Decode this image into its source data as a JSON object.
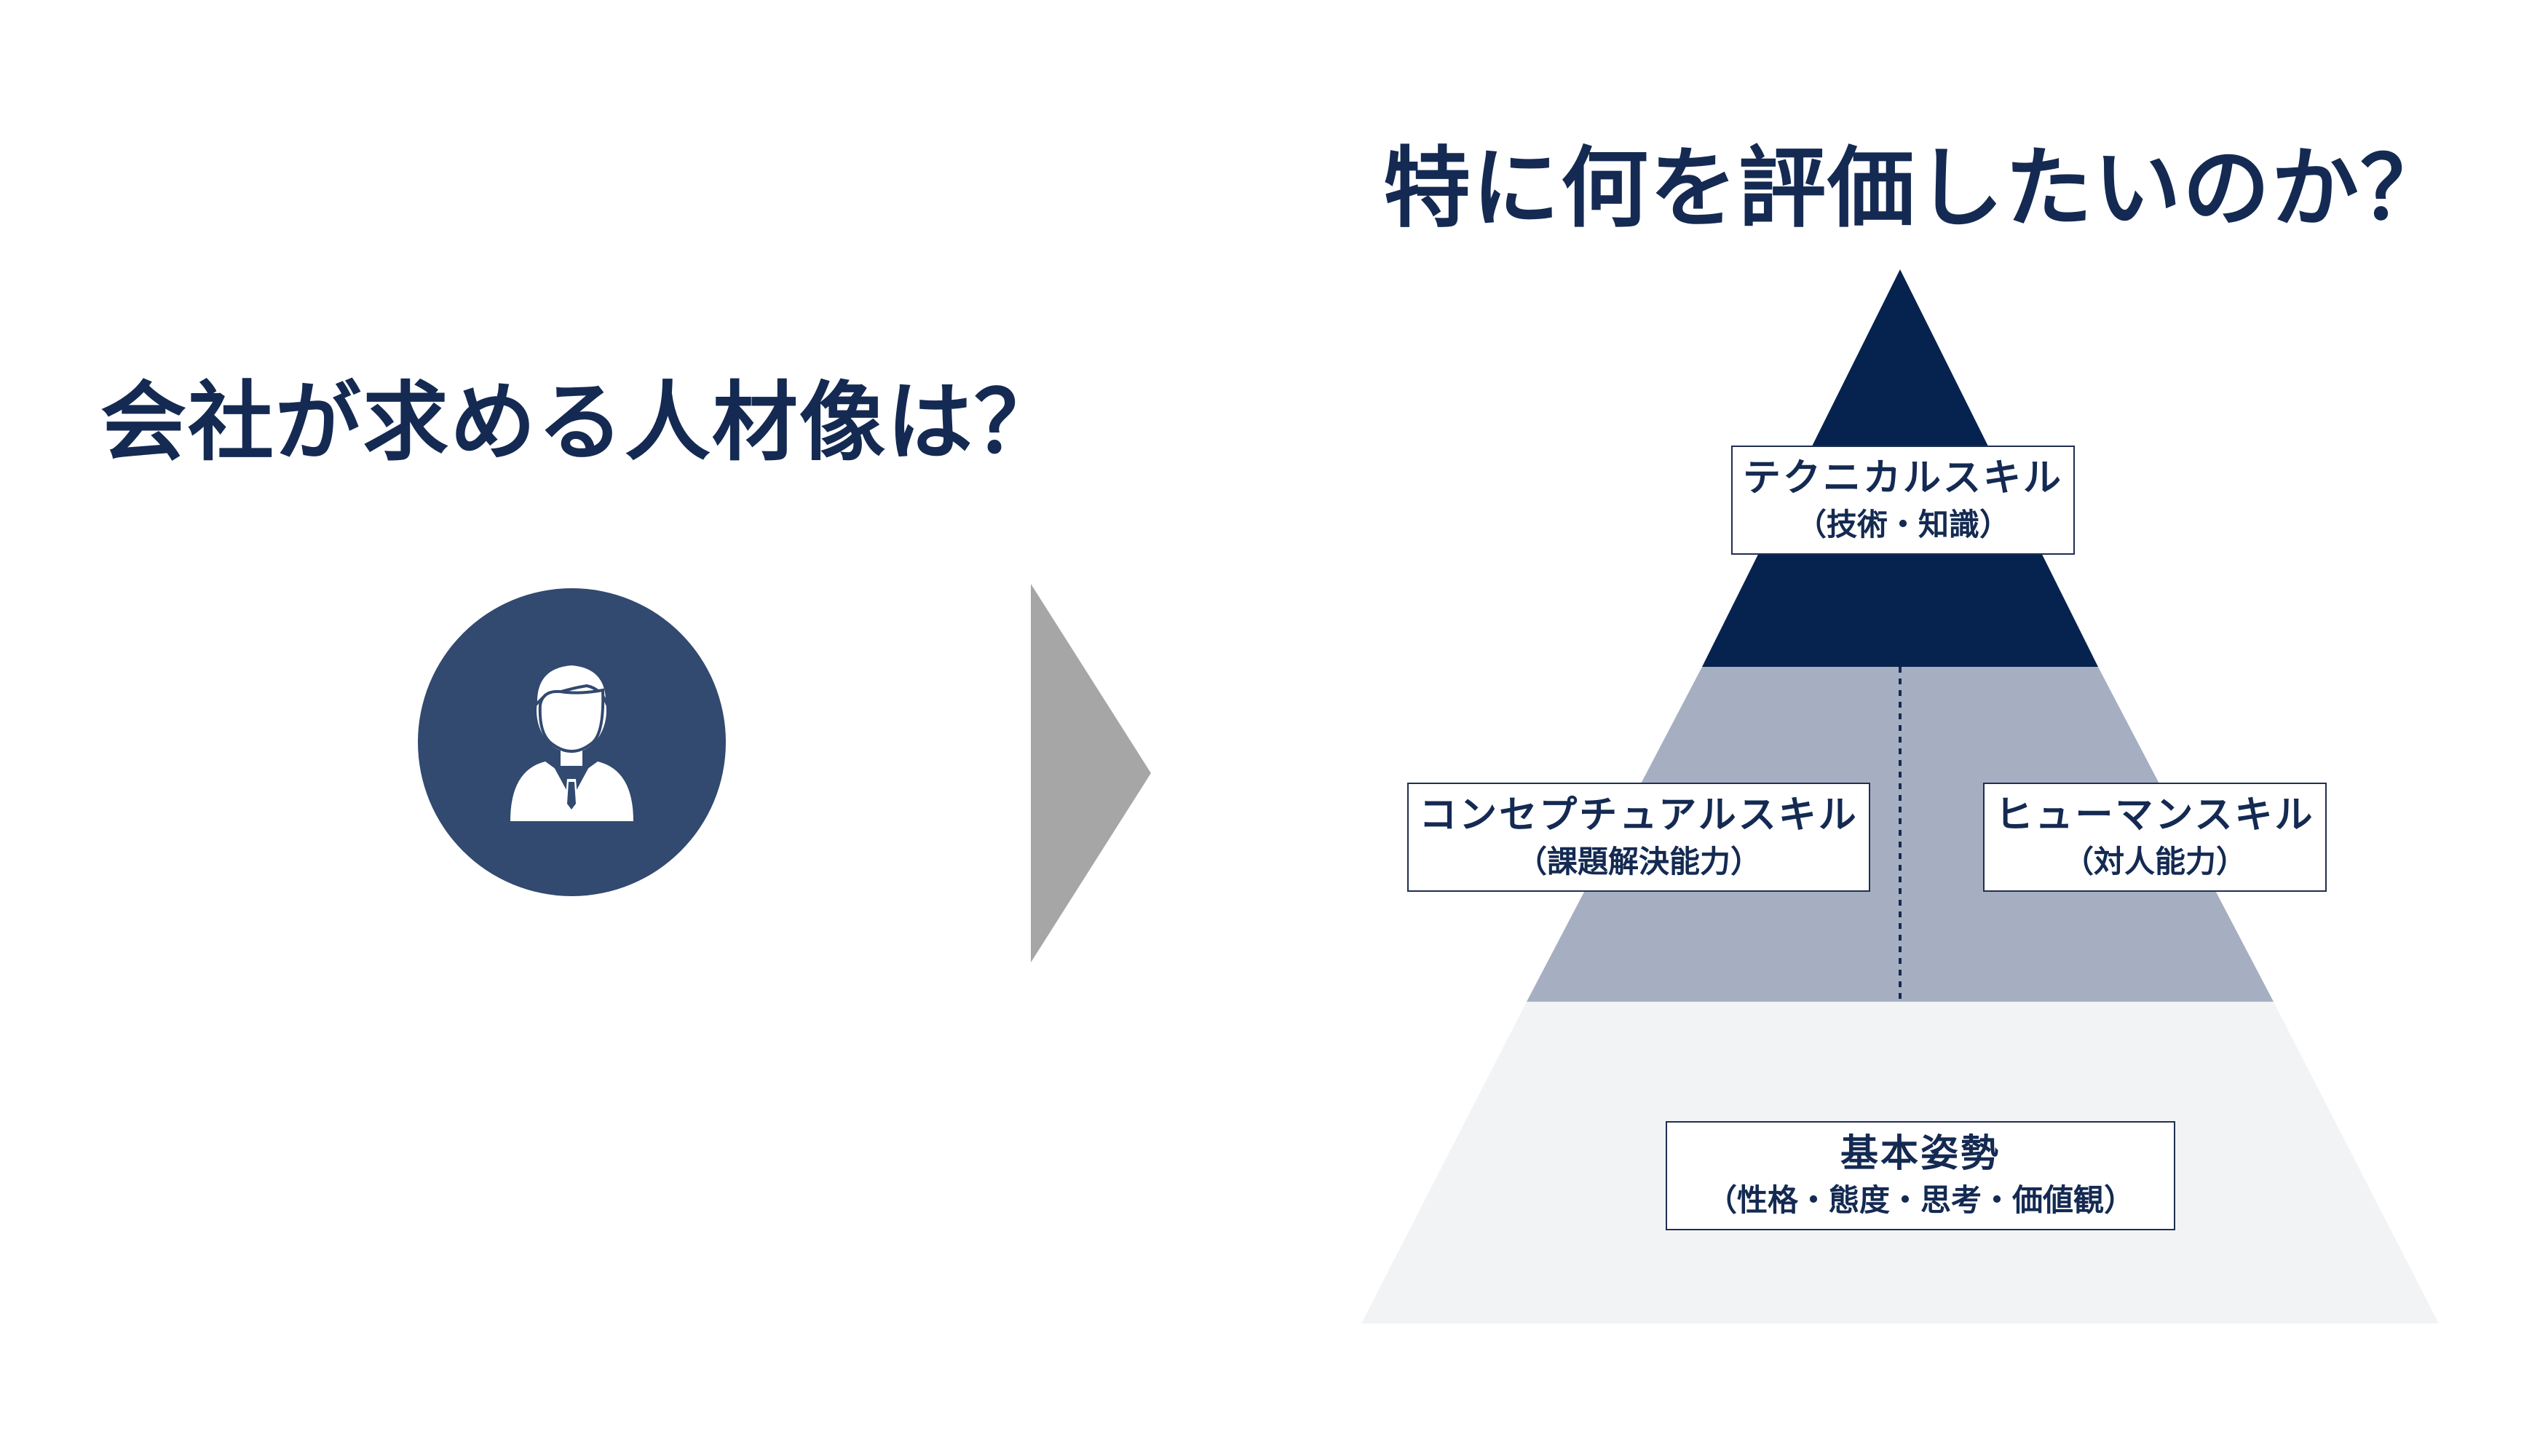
{
  "left": {
    "title": "会社が求める人材像は？",
    "icon": "businessman-icon"
  },
  "arrow": {
    "icon": "arrow-right-icon",
    "color": "#a6a6a6"
  },
  "right": {
    "title": "特に何を評価したいのか？"
  },
  "pyramid": {
    "colors": {
      "top": "#06234f",
      "middle": "#a6afc2",
      "bottom": "#f1f3f5",
      "text": "#142a52"
    },
    "levels": [
      {
        "id": "technical",
        "label": "テクニカルスキル",
        "sub": "（技術・知識）"
      },
      {
        "id": "conceptual",
        "label": "コンセプチュアルスキル",
        "sub": "（課題解決能力）"
      },
      {
        "id": "human",
        "label": "ヒューマンスキル",
        "sub": "（対人能力）"
      },
      {
        "id": "basic",
        "label": "基本姿勢",
        "sub": "（性格・態度・思考・価値観）"
      }
    ]
  }
}
